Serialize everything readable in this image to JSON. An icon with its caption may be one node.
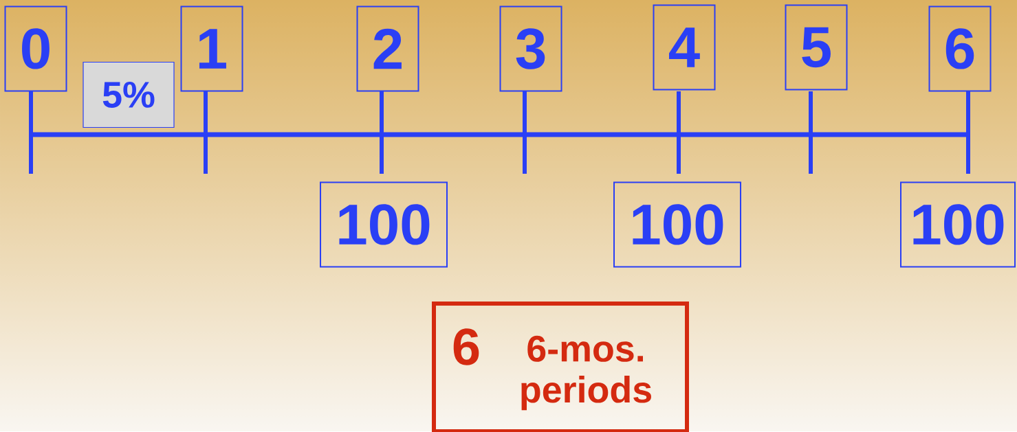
{
  "diagram": {
    "nodes": [
      {
        "text": [
          "0"
        ]
      },
      {
        "text": [
          "1"
        ]
      },
      {
        "text": [
          "2"
        ]
      },
      {
        "text": [
          "3"
        ]
      },
      {
        "text": [
          "4"
        ]
      },
      {
        "text": [
          "5"
        ]
      },
      {
        "text": [
          "6"
        ]
      },
      {
        "text": [
          "5%"
        ]
      },
      {
        "text": [
          "100"
        ]
      },
      {
        "text": [
          "100"
        ]
      },
      {
        "text": [
          "100"
        ]
      },
      {
        "text": [
          "6",
          "6-mos. periods"
        ]
      }
    ]
  }
}
